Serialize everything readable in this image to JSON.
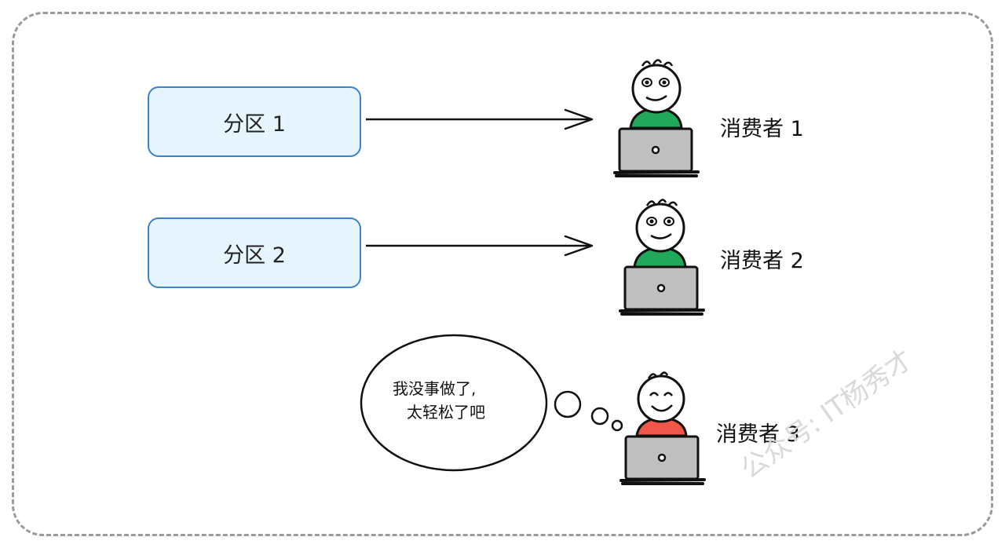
{
  "partitions": [
    {
      "label": "分区 1"
    },
    {
      "label": "分区 2"
    }
  ],
  "consumers": [
    {
      "label": "消费者 1",
      "shirt_color": "#22a85b"
    },
    {
      "label": "消费者 2",
      "shirt_color": "#22a85b"
    },
    {
      "label": "消费者 3",
      "shirt_color": "#f0574a"
    }
  ],
  "thought_bubble": {
    "line1": "我没事做了,",
    "line2": "太轻松了吧"
  },
  "watermark": "公众号: IT杨秀才"
}
